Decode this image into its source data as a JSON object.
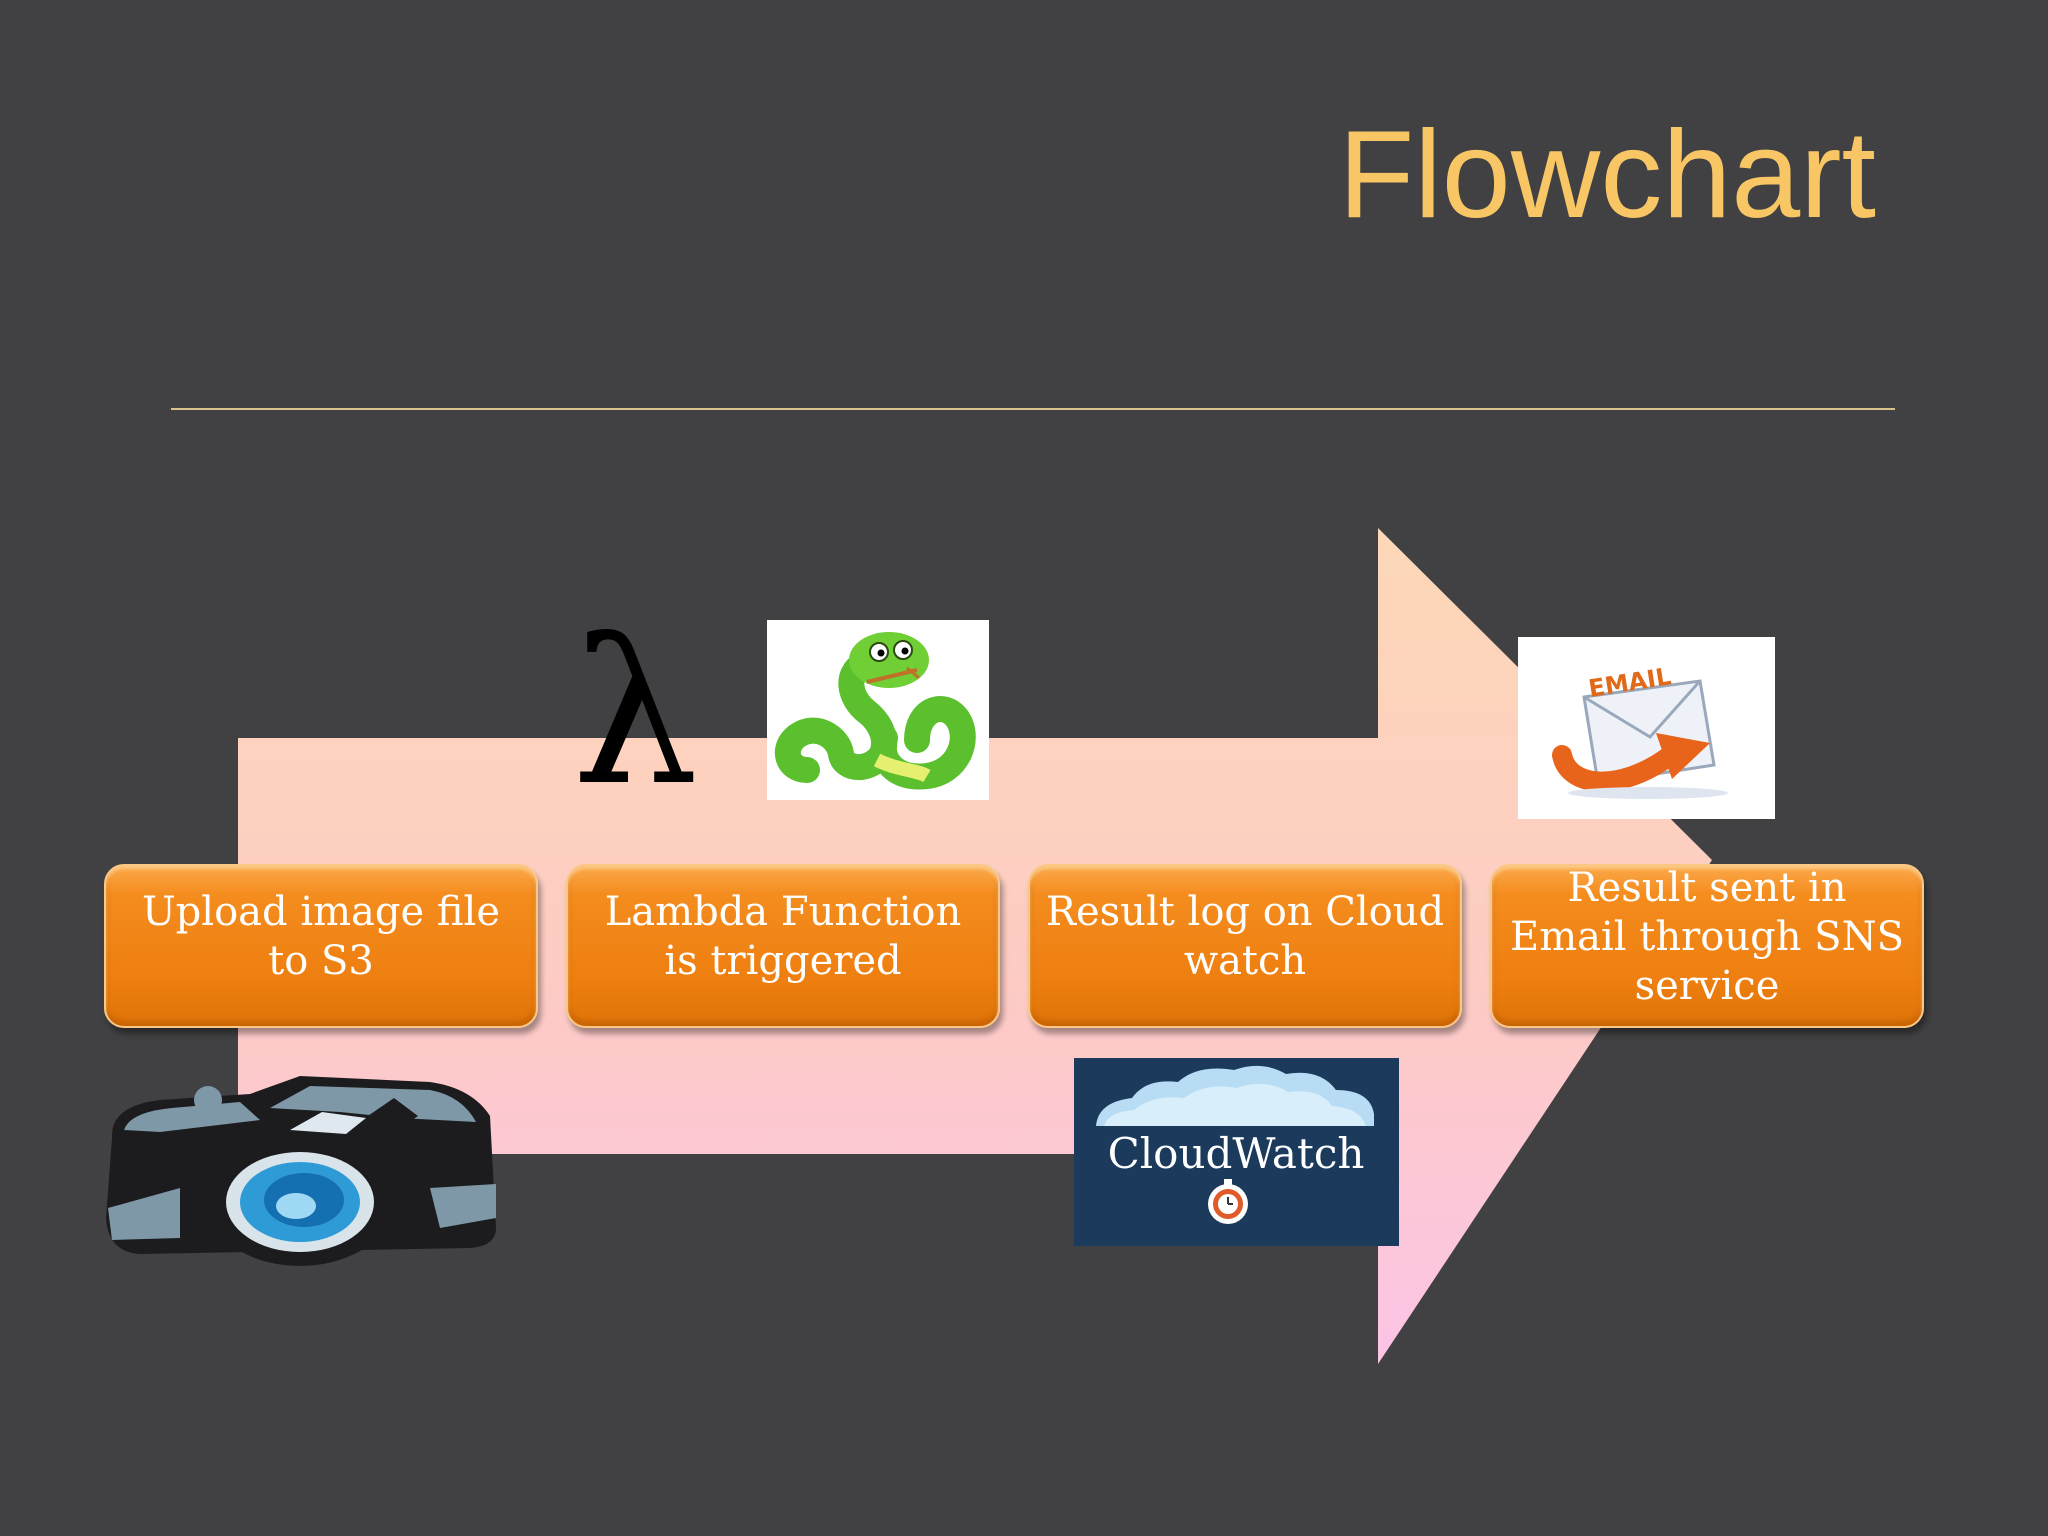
{
  "slide": {
    "title": "Flowchart",
    "colors": {
      "background": "#414042",
      "title": "#f8c665",
      "step_box": "#f08516",
      "arrow_top": "#fdd4bb",
      "arrow_bottom": "#fcc7e0"
    }
  },
  "flow": {
    "steps": [
      {
        "label": "Upload image file to S3",
        "icon": "camera-icon"
      },
      {
        "label": "Lambda Function is triggered",
        "icon": "lambda-python-icon"
      },
      {
        "label": "Result log on Cloud watch",
        "icon": "cloudwatch-logo"
      },
      {
        "label": "Result sent in Email through SNS service",
        "icon": "email-icon"
      }
    ]
  },
  "logos": {
    "lambda_symbol": "λ",
    "cloudwatch_text": "CloudWatch",
    "email_text": "EMAIL"
  }
}
